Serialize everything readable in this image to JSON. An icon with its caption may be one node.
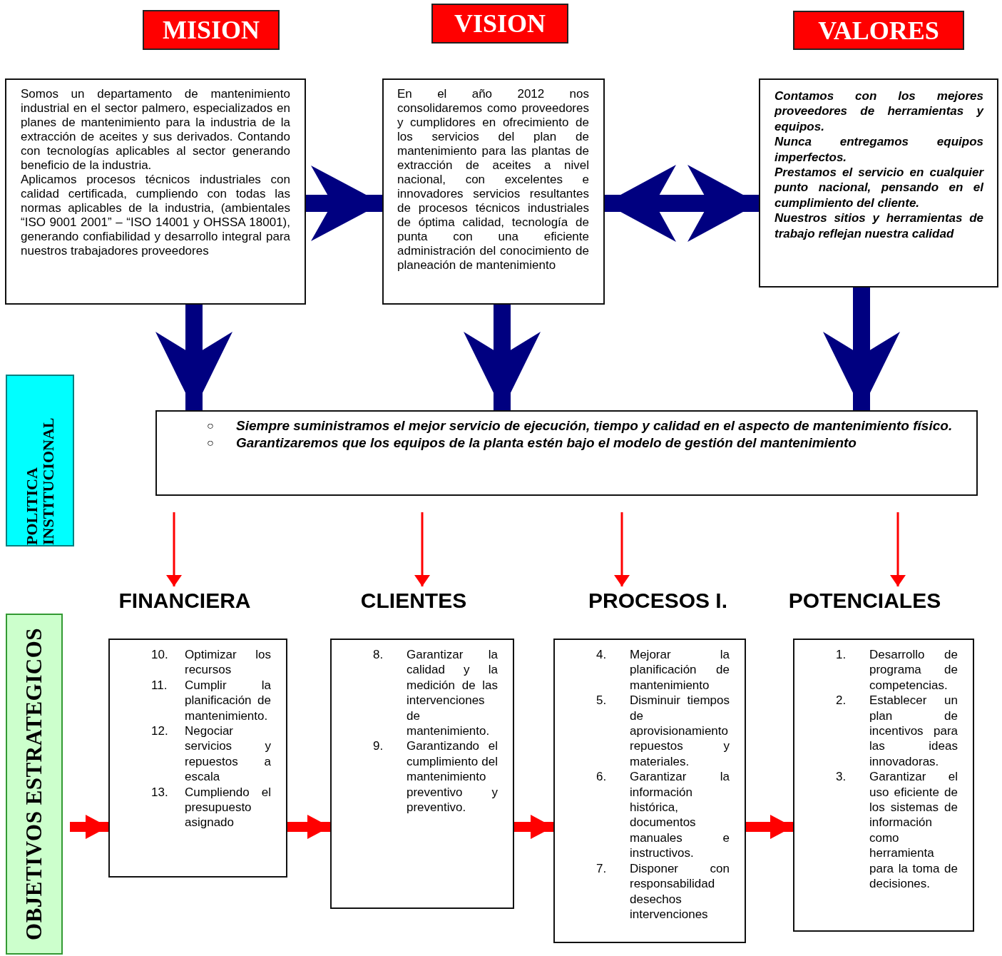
{
  "diagram": {
    "nodes": [
      {
        "text": [
          "MISION"
        ]
      },
      {
        "text": [
          "VISION"
        ]
      },
      {
        "text": [
          "VALORES"
        ]
      },
      {
        "text": [
          "Somos un departamento de mantenimiento industrial en el sector palmero, especializados en planes de mantenimiento para la industria de la extracción de aceites y sus derivados. Contando con tecnologías aplicables al sector generando beneficio de la industria.",
          "Aplicamos procesos técnicos industriales con calidad certificada, cumpliendo con todas las normas aplicables de la industria, (ambientales “ISO 9001 2001” – “ISO 14001 y OHSSA 18001), generando confiabilidad y desarrollo integral para nuestros trabajadores proveedores"
        ]
      },
      {
        "text": [
          "En el año 2012 nos consolidaremos como proveedores y cumplidores en ofrecimiento de los servicios del plan de mantenimiento para las plantas de extracción de aceites a nivel nacional, con excelentes e innovadores servicios resultantes de procesos técnicos industriales de óptima calidad, tecnología de punta con una eficiente administración del conocimiento de planeación de mantenimiento"
        ]
      },
      {
        "text": [
          "Contamos con los mejores proveedores de herramientas y equipos.",
          "Nunca entregamos equipos imperfectos.",
          "Prestamos el servicio en cualquier punto nacional, pensando en el cumplimiento del cliente.",
          "Nuestros sitios y herramientas de trabajo reflejan nuestra calidad"
        ]
      },
      {
        "text": [
          "POLITICA INSTITUCIONAL"
        ]
      },
      {
        "text": [
          "○",
          "Siempre suministramos el mejor servicio de ejecución, tiempo y calidad en el aspecto de mantenimiento físico.",
          "○",
          "Garantizaremos que los equipos de la planta estén bajo el modelo de gestión del mantenimiento"
        ]
      },
      {
        "text": [
          "FINANCIERA"
        ]
      },
      {
        "text": [
          "CLIENTES"
        ]
      },
      {
        "text": [
          "PROCESOS I."
        ]
      },
      {
        "text": [
          "POTENCIALES"
        ]
      },
      {
        "text": [
          "OBJETIVOS ESTRATEGICOS"
        ]
      },
      {
        "text": [
          "10.",
          "Optimizar los recursos",
          "11.",
          "Cumplir la planificación de mantenimiento.",
          "12.",
          "Negociar servicios y repuestos a escala",
          "13.",
          "Cumpliendo el presupuesto asignado"
        ]
      },
      {
        "text": [
          "8.",
          "Garantizar la calidad y la medición de las intervenciones de mantenimiento.",
          "9.",
          "Garantizando el cumplimiento del mantenimiento preventivo y preventivo."
        ]
      },
      {
        "text": [
          "4.",
          "Mejorar la planificación de mantenimiento",
          "5.",
          "Disminuir tiempos de aprovisionamiento repuestos y materiales.",
          "6.",
          "Garantizar la información histórica, documentos manuales e instructivos.",
          "7.",
          "Disponer con responsabilidad desechos intervenciones"
        ]
      },
      {
        "text": [
          "1.",
          "Desarrollo de programa de competencias.",
          "2.",
          "Establecer un plan de incentivos para las ideas innovadoras.",
          "3.",
          "Garantizar el uso eficiente de los sistemas de información como herramienta para la toma de decisiones."
        ]
      }
    ],
    "edges": [
      {
        "from": 3,
        "to": 4,
        "arrow": "to",
        "color": "#000080"
      },
      {
        "from": 4,
        "to": 5,
        "arrow": "both",
        "color": "#000080"
      },
      {
        "from": 3,
        "to": 7,
        "arrow": "to",
        "color": "#000080"
      },
      {
        "from": 4,
        "to": 7,
        "arrow": "to",
        "color": "#000080"
      },
      {
        "from": 5,
        "to": 7,
        "arrow": "to",
        "color": "#000080"
      },
      {
        "from": 7,
        "to": 8,
        "arrow": "to"
      },
      {
        "from": 7,
        "to": 9,
        "arrow": "to"
      },
      {
        "from": 7,
        "to": 10,
        "arrow": "to"
      },
      {
        "from": 7,
        "to": 11,
        "arrow": "to"
      },
      {
        "from": 12,
        "to": 13,
        "arrow": "to"
      },
      {
        "from": 13,
        "to": 14,
        "arrow": "to"
      },
      {
        "from": 14,
        "to": 15,
        "arrow": "to"
      },
      {
        "from": 15,
        "to": 16,
        "arrow": "to"
      }
    ]
  }
}
